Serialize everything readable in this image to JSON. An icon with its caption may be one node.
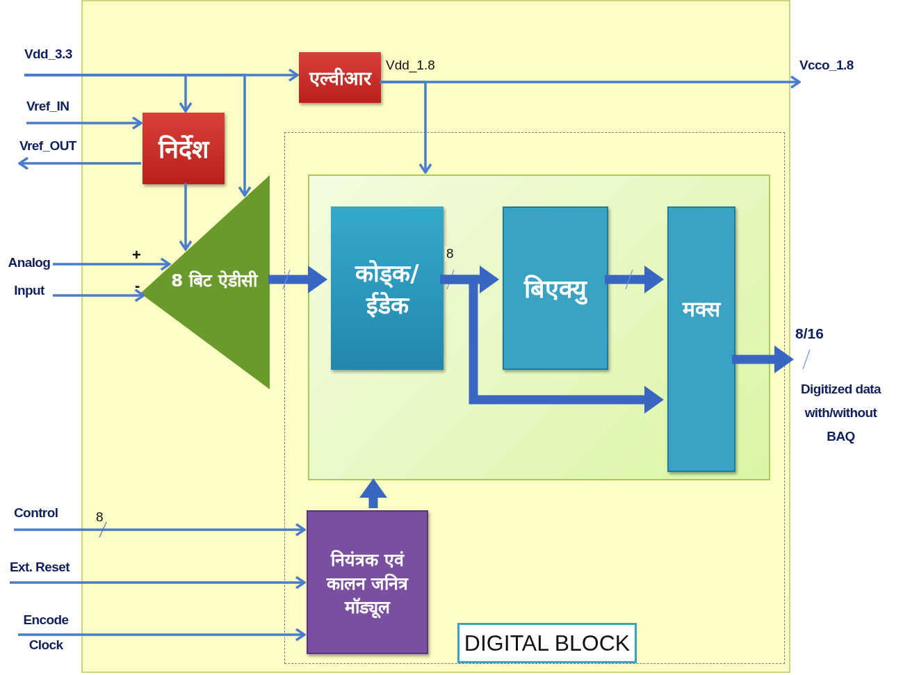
{
  "diagram": {
    "nodes": [
      {
        "text": [],
        "shape": "box"
      },
      {
        "text": [
          "DIGITAL BLOCK"
        ],
        "in": 0
      },
      {
        "text": [],
        "shape": "box",
        "in": 1
      },
      {
        "text": [
          "Vdd_3.3"
        ]
      },
      {
        "text": [
          "Vref_IN"
        ]
      },
      {
        "text": [
          "Vref_OUT"
        ]
      },
      {
        "text": [
          "निर्देश"
        ],
        "in": 0
      },
      {
        "text": [
          "एल्वीआर"
        ],
        "in": 0
      },
      {
        "text": [
          "Vcco_1.8"
        ]
      },
      {
        "text": [
          "8 बिट ऐडीसी"
        ],
        "in": 0
      },
      {
        "text": [
          "Analog Input"
        ]
      },
      {
        "text": [
          "कोड्क/ ईडेक"
        ],
        "in": 2
      },
      {
        "text": [
          "बिएक्यु"
        ],
        "in": 2
      },
      {
        "text": [
          "मक्स"
        ],
        "in": 2
      },
      {
        "text": [
          "Digitized data with/without BAQ"
        ]
      },
      {
        "text": [
          "Control"
        ]
      },
      {
        "text": [
          "Ext. Reset"
        ]
      },
      {
        "text": [
          "Encode Clock"
        ]
      },
      {
        "text": [
          "नियंत्रक एवं कालन जनित्र मॉड्यूल"
        ],
        "in": 1
      }
    ],
    "edges": [
      {
        "from": 3,
        "to": 7,
        "arrow": "to"
      },
      {
        "from": 3,
        "to": 6,
        "arrow": "to"
      },
      {
        "from": 3,
        "to": 9,
        "arrow": "to"
      },
      {
        "from": 4,
        "to": 6,
        "arrow": "to"
      },
      {
        "from": 6,
        "to": 5,
        "arrow": "to"
      },
      {
        "from": 6,
        "to": 9,
        "arrow": "to"
      },
      {
        "from": 7,
        "to": 8,
        "arrow": "to",
        "label": "Vdd_1.8"
      },
      {
        "from": 7,
        "to": 2,
        "arrow": "to"
      },
      {
        "from": 10,
        "to": 9,
        "arrow": "to"
      },
      {
        "from": 10,
        "to": 9,
        "arrow": "to"
      },
      {
        "from": 9,
        "to": 11,
        "arrow": "to",
        "style": "thick"
      },
      {
        "from": 11,
        "to": 12,
        "arrow": "to",
        "style": "thick",
        "label": "8"
      },
      {
        "from": 11,
        "to": 13,
        "arrow": "to",
        "style": "thick"
      },
      {
        "from": 12,
        "to": 13,
        "arrow": "to",
        "style": "thick"
      },
      {
        "from": 13,
        "to": 14,
        "arrow": "to",
        "style": "thick",
        "label": "8/16"
      },
      {
        "from": 18,
        "to": 2,
        "arrow": "to",
        "style": "thick"
      },
      {
        "from": 15,
        "to": 18,
        "arrow": "to",
        "label": "8"
      },
      {
        "from": 16,
        "to": 18,
        "arrow": "to"
      },
      {
        "from": 17,
        "to": 18,
        "arrow": "to"
      }
    ],
    "labels": [
      "+",
      "-"
    ]
  }
}
